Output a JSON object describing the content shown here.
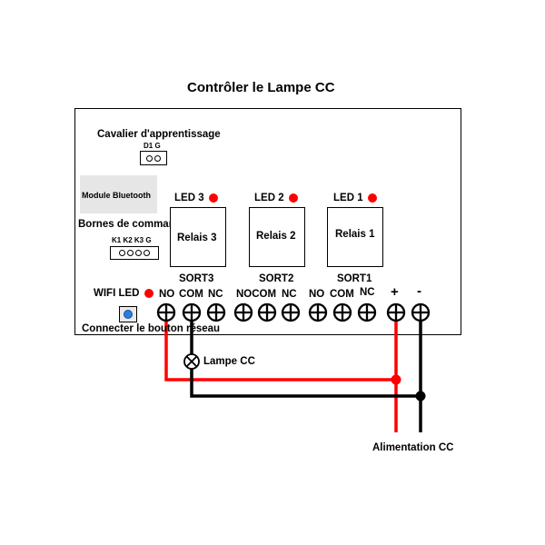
{
  "title": "Contrôler le Lampe CC",
  "colors": {
    "positive_wire": "#ff0000",
    "negative_wire": "#000000",
    "led": "#ff0000",
    "button": "#2a7de1"
  },
  "jumper": {
    "label": "Cavalier d'apprentissage",
    "pins_label": "D1 G"
  },
  "bluetooth": {
    "label": "Module Bluetooth"
  },
  "wired_control": {
    "label": "Bornes de commande filaire",
    "pins_label": "K1 K2 K3 G"
  },
  "relays": [
    {
      "led": "LED 3",
      "label": "Relais 3",
      "output": "SORT3"
    },
    {
      "led": "LED 2",
      "label": "Relais 2",
      "output": "SORT2"
    },
    {
      "led": "LED 1",
      "label": "Relais 1",
      "output": "SORT1"
    }
  ],
  "terminals": {
    "group3": {
      "no": "NO",
      "com": "COM",
      "nc": "NC"
    },
    "group2": {
      "no_com": "NOCOM",
      "nc": "NC"
    },
    "group1": {
      "no": "NO",
      "com": "COM",
      "nc": "NC"
    },
    "plus": "+",
    "minus": "-"
  },
  "wifi": {
    "label": "WIFI LED",
    "button_label": "Connecter le bouton réseau"
  },
  "lamp": {
    "label": "Lampe CC"
  },
  "power": {
    "label": "Alimentation CC"
  }
}
